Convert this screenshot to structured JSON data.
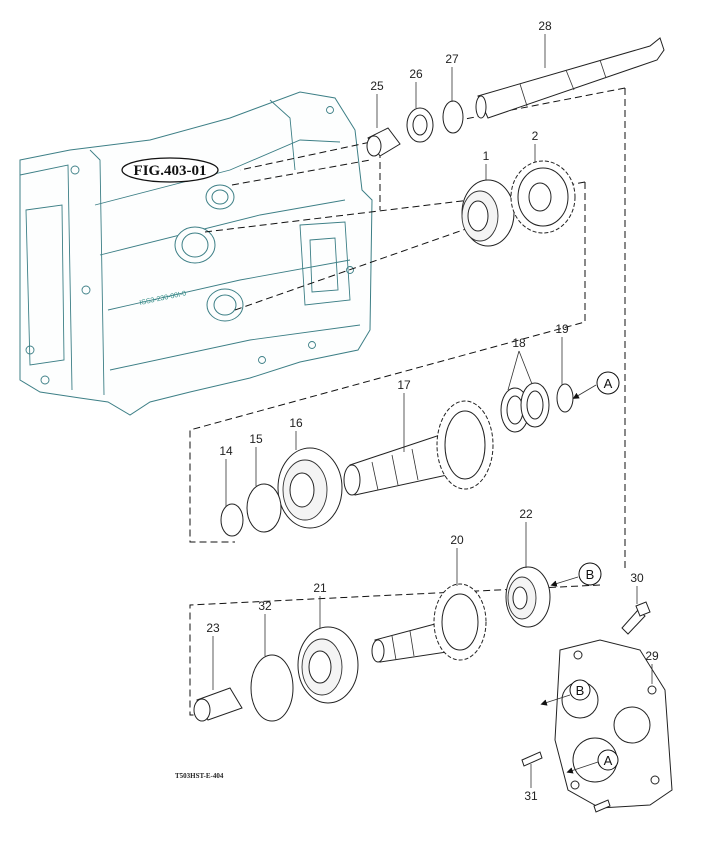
{
  "figure_ref": "FIG.403-01",
  "housing_stamp": "ISS3-230-00I-0",
  "drawing_code": "T503HST-E-404",
  "ref_markers": [
    "A",
    "B"
  ],
  "callouts": {
    "p1": "1",
    "p2": "2",
    "p14": "14",
    "p15": "15",
    "p16": "16",
    "p17": "17",
    "p18": "18",
    "p19": "19",
    "p20": "20",
    "p21": "21",
    "p22": "22",
    "p23": "23",
    "p25": "25",
    "p26": "26",
    "p27": "27",
    "p28": "28",
    "p29": "29",
    "p30": "30",
    "p31": "31",
    "p32": "32"
  },
  "colors": {
    "housing_line": "#3d7f86",
    "ink": "#111111"
  }
}
